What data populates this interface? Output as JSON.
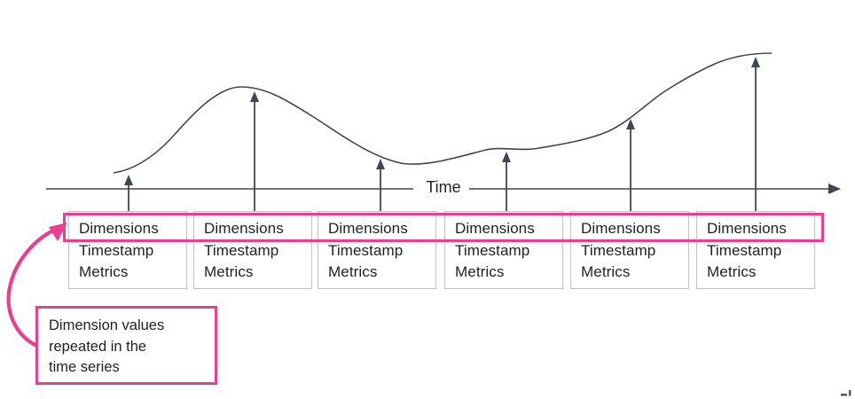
{
  "diagram_type": "time-series concept diagram",
  "colors": {
    "accent_pink": "#EC3E8E",
    "line_dark": "#414654",
    "box_border": "#C2C3C8",
    "text_dark": "#1F2023",
    "background": "#FFFFFF"
  },
  "axis": {
    "label": "Time"
  },
  "curve": {
    "description": "smooth time-series curve with six sample arrows rising from record boxes to the curve"
  },
  "records": [
    {
      "lines": [
        "Dimensions",
        "Timestamp",
        "Metrics"
      ]
    },
    {
      "lines": [
        "Dimensions",
        "Timestamp",
        "Metrics"
      ]
    },
    {
      "lines": [
        "Dimensions",
        "Timestamp",
        "Metrics"
      ]
    },
    {
      "lines": [
        "Dimensions",
        "Timestamp",
        "Metrics"
      ]
    },
    {
      "lines": [
        "Dimensions",
        "Timestamp",
        "Metrics"
      ]
    },
    {
      "lines": [
        "Dimensions",
        "Timestamp",
        "Metrics"
      ]
    }
  ],
  "annotation": {
    "lines": [
      "Dimension values",
      "repeated in the",
      "time series"
    ]
  }
}
